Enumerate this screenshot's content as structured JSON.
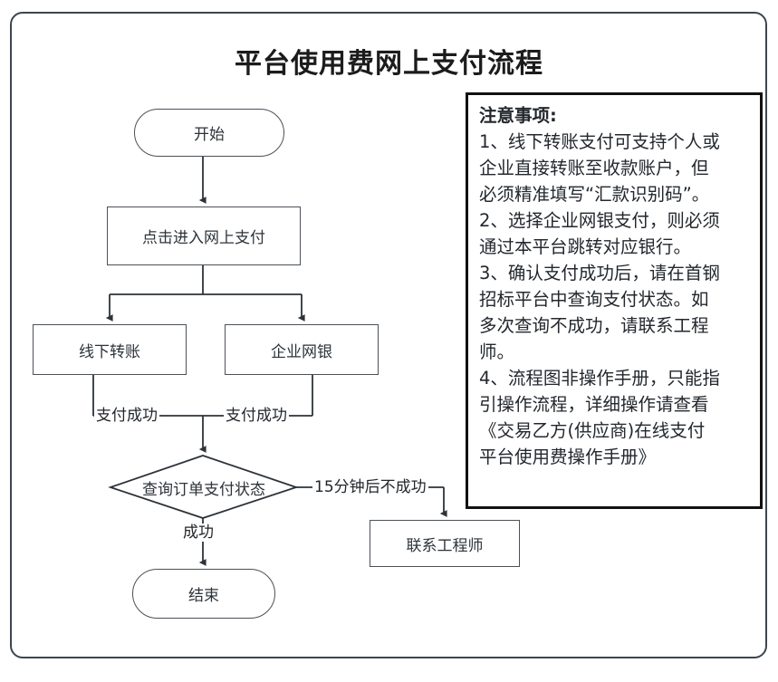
{
  "title": "平台使用费网上支付流程",
  "flow": {
    "nodes": [
      {
        "id": "start",
        "label": "开始",
        "shape": "terminator"
      },
      {
        "id": "entry",
        "label": "点击进入网上支付",
        "shape": "process"
      },
      {
        "id": "offline",
        "label": "线下转账",
        "shape": "process"
      },
      {
        "id": "bank",
        "label": "企业网银",
        "shape": "process"
      },
      {
        "id": "query",
        "label": "查询订单支付状态",
        "shape": "decision"
      },
      {
        "id": "contact",
        "label": "联系工程师",
        "shape": "process"
      },
      {
        "id": "end",
        "label": "结束",
        "shape": "terminator"
      }
    ],
    "edge_labels": {
      "offline_to_query": "支付成功",
      "bank_to_query": "支付成功",
      "query_timeout": "15分钟后不成功",
      "query_success": "成功"
    }
  },
  "notes": {
    "heading": "注意事项:",
    "lines": [
      "1、线下转账支付可支持个人或",
      "企业直接转账至收款账户，但",
      "必须精准填写“汇款识别码”。",
      "2、选择企业网银支付，则必须",
      "通过本平台跳转对应银行。",
      "3、确认支付成功后，请在首钢",
      "招标平台中查询支付状态。如",
      "多次查询不成功，请联系工程",
      "师。",
      "4、流程图非操作手册，只能指",
      "引操作流程，详细操作请查看",
      "《交易乙方(供应商)在线支付",
      "平台使用费操作手册》"
    ]
  },
  "colors": {
    "frame_border": "#3d4550",
    "node_border": "#4a5159",
    "notes_border": "#111111",
    "text": "#2d3339",
    "background": "#ffffff"
  }
}
